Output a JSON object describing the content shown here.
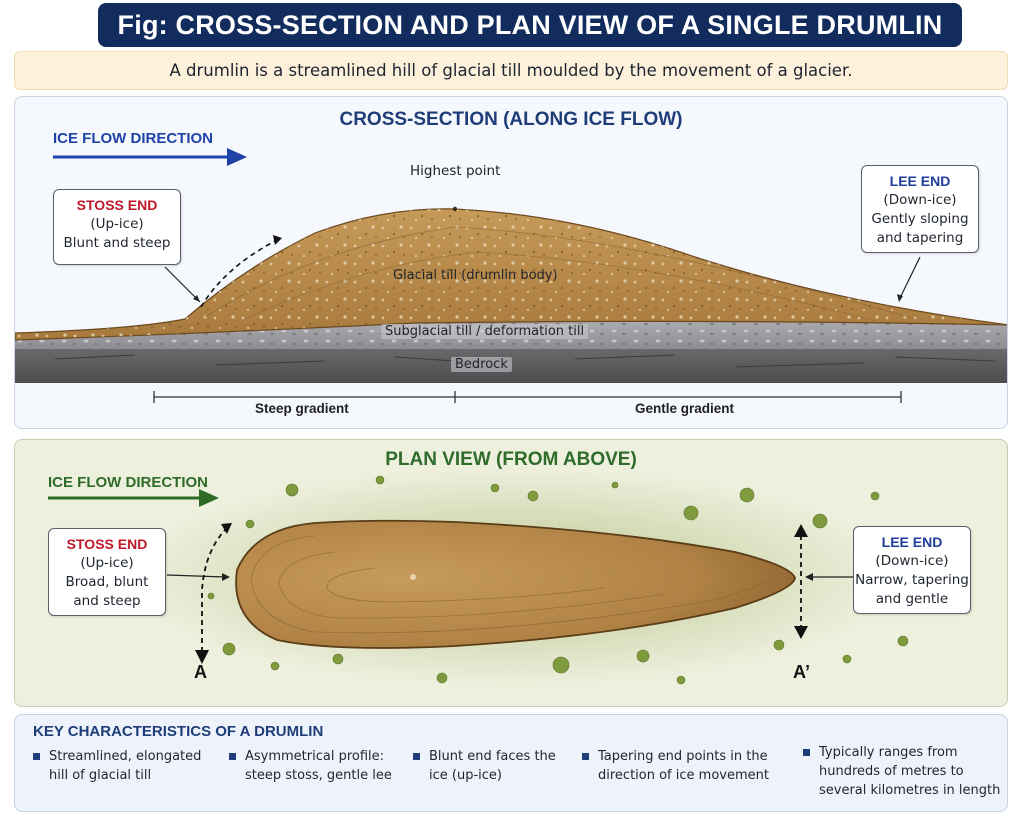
{
  "title": "Fig: CROSS-SECTION AND PLAN VIEW OF A SINGLE DRUMLIN",
  "definition": "A drumlin is a streamlined hill of glacial till moulded by the movement of a glacier.",
  "cross_section": {
    "title": "CROSS-SECTION (ALONG ICE FLOW)",
    "flow_label": "ICE FLOW DIRECTION",
    "highest_point": "Highest point",
    "stoss": {
      "head": "STOSS END",
      "line1": "(Up-ice)",
      "line2": "Blunt and steep"
    },
    "lee": {
      "head": "LEE END",
      "line1": "(Down-ice)",
      "line2": "Gently sloping",
      "line3": "and tapering"
    },
    "layers": {
      "body": "Glacial till (drumlin body)",
      "subglacial": "Subglacial till / deformation till",
      "bedrock": "Bedrock"
    },
    "gradients": {
      "steep": "Steep gradient",
      "gentle": "Gentle gradient"
    }
  },
  "plan_view": {
    "title": "PLAN VIEW (FROM ABOVE)",
    "flow_label": "ICE FLOW DIRECTION",
    "stoss": {
      "head": "STOSS END",
      "line1": "(Up-ice)",
      "line2": "Broad, blunt",
      "line3": "and steep"
    },
    "lee": {
      "head": "LEE END",
      "line1": "(Down-ice)",
      "line2": "Narrow, tapering",
      "line3": "and gentle"
    },
    "section_start": "A",
    "section_end": "A’"
  },
  "key": {
    "title": "KEY CHARACTERISTICS OF A DRUMLIN",
    "items": [
      {
        "line1": "Streamlined, elongated",
        "line2": "hill of glacial till"
      },
      {
        "line1": "Asymmetrical profile:",
        "line2": "steep stoss, gentle lee"
      },
      {
        "line1": "Blunt end faces the",
        "line2": "ice (up-ice)"
      },
      {
        "line1": "Tapering end points in the",
        "line2": "direction of ice movement"
      },
      {
        "line1": "Typically ranges from",
        "line2": "hundreds of metres to",
        "line3": "several kilometres in length"
      }
    ]
  },
  "colors": {
    "title_bg": "#132c5e",
    "stoss_red": "#c0182a",
    "lee_blue": "#1f3d9a",
    "till_brown": "#b98a4a",
    "bedrock_grey": "#5e5e60"
  }
}
